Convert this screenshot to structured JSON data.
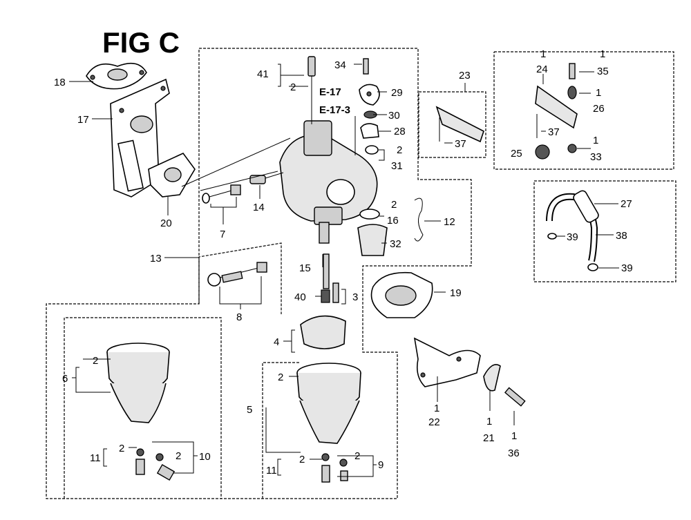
{
  "title": "FIG C",
  "refs": {
    "e17": "E-17",
    "e17_3": "E-17-3"
  },
  "callouts": {
    "c1_22": "1",
    "c1_21": "1",
    "c1_36": "1",
    "c1_24": "1",
    "c1_35": "1",
    "c1_26": "1",
    "c1_33": "1",
    "c2_41": "2",
    "c2_31": "2",
    "c2_16": "2",
    "c2_6": "2",
    "c2_11a": "2",
    "c2_10": "2",
    "c2_5": "2",
    "c2_11b": "2",
    "c2_9": "2",
    "n3": "3",
    "n4": "4",
    "n5": "5",
    "n6": "6",
    "n7": "7",
    "n8": "8",
    "n9": "9",
    "n10": "10",
    "n11a": "11",
    "n11b": "11",
    "n12": "12",
    "n13": "13",
    "n14": "14",
    "n15": "15",
    "n16": "16",
    "n17": "17",
    "n18": "18",
    "n19": "19",
    "n20": "20",
    "n21": "21",
    "n22": "22",
    "n23": "23",
    "n24": "24",
    "n25": "25",
    "n26": "26",
    "n27": "27",
    "n28": "28",
    "n29": "29",
    "n30": "30",
    "n31": "31",
    "n32": "32",
    "n33": "33",
    "n34": "34",
    "n35": "35",
    "n36": "36",
    "n37a": "37",
    "n37b": "37",
    "n38": "38",
    "n39a": "39",
    "n39b": "39",
    "n40": "40",
    "n41": "41"
  }
}
